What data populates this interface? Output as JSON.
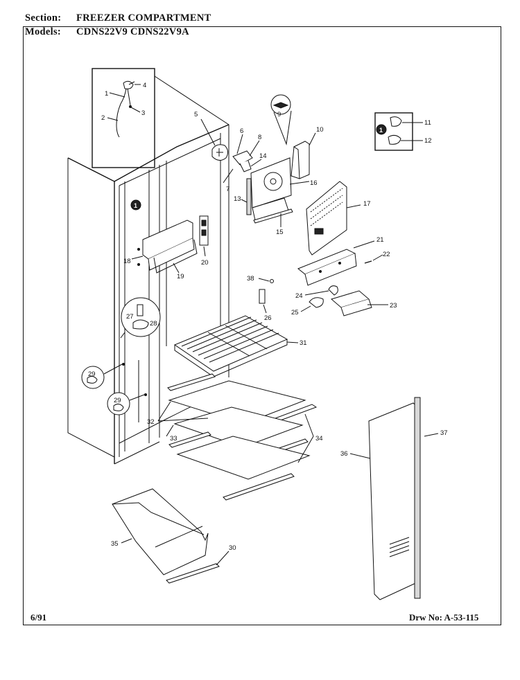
{
  "header": {
    "section_label": "Section:",
    "section_value": "FREEZER COMPARTMENT",
    "models_label": "Models:",
    "models_value": "CDNS22V9  CDNS22V9A"
  },
  "footer": {
    "date": "6/91",
    "drawing_number": "Drw No: A-53-115"
  },
  "callouts": {
    "c1": "1",
    "c2": "2",
    "c3": "3",
    "c4": "4",
    "c5": "5",
    "c6": "6",
    "c7": "7",
    "c8": "8",
    "c9": "9",
    "c10": "10",
    "c11": "11",
    "c12": "12",
    "c13": "13",
    "c14": "14",
    "c15": "15",
    "c16": "16",
    "c17": "17",
    "c18": "18",
    "c19": "19",
    "c20": "20",
    "c21": "21",
    "c22": "22",
    "c23": "23",
    "c24": "24",
    "c25": "25",
    "c26": "26",
    "c27": "27",
    "c28": "28",
    "c29a": "29",
    "c29b": "29",
    "c30": "30",
    "c31": "31",
    "c32": "32",
    "c33": "33",
    "c34": "34",
    "c35": "35",
    "c36": "36",
    "c37": "37",
    "c38": "38"
  },
  "markers": {
    "m_legend": "1",
    "m_wall": "1"
  }
}
